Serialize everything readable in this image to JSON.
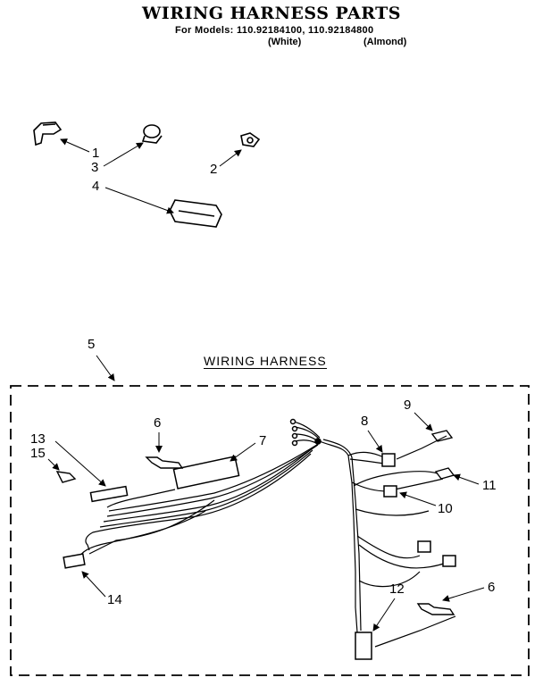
{
  "title": "WIRING HARNESS PARTS",
  "models_line": "For Models: 110.92184100, 110.92184800",
  "variant_white": "(White)",
  "variant_almond": "(Almond)",
  "section_title": "WIRING HARNESS",
  "callouts": {
    "c1": "1",
    "c2": "2",
    "c3": "3",
    "c4": "4",
    "c5": "5",
    "c6a": "6",
    "c6b": "6",
    "c7": "7",
    "c8": "8",
    "c9": "9",
    "c10": "10",
    "c11": "11",
    "c12": "12",
    "c13": "13",
    "c14": "14",
    "c15": "15"
  }
}
